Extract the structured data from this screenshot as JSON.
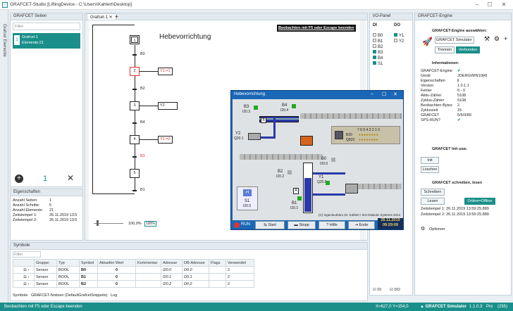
{
  "window": {
    "title": "GRAFCET-Studio [LiftingDevice - C:\\Users\\Kahlert\\Desktop]"
  },
  "side_strip": "Grafcet Elemente",
  "pages_panel": {
    "title": "GRAFCET Seiten",
    "filter": "Filter",
    "item_title": "Grafcet-1",
    "item_sub": "Elemente:21",
    "count": "1"
  },
  "properties": {
    "title": "Eigenschaften",
    "rows": [
      {
        "k": "Anzahl Seiten:",
        "v": "1"
      },
      {
        "k": "Anzahl Schritte:",
        "v": "5"
      },
      {
        "k": "Anzahl Elemente:",
        "v": "21"
      },
      {
        "k": "Zeitstempel 1:",
        "v": "26.11.2019 13:5"
      },
      {
        "k": "Zeitstempel 2:",
        "v": "26.11.2019 13:5"
      }
    ]
  },
  "editor": {
    "tab": "Grafcet-1",
    "heading": "Hebevorrichtung",
    "banner": "Beobachten mit F5 oder Escape beenden",
    "zoom": "100,0%",
    "zoom_btn": "100%",
    "steps": [
      "1",
      "2",
      "3",
      "4",
      "5"
    ],
    "actions": [
      "Y1:=1",
      "Y2",
      "Y1:=0"
    ],
    "transitions": [
      "B0",
      "B2",
      "B4",
      "B3",
      "B1"
    ]
  },
  "io": {
    "title": "I/O-Panel",
    "di": "DI",
    "do": "DO",
    "inputs": [
      "B0",
      "B1",
      "B2",
      "B3",
      "B4",
      "S1"
    ],
    "outputs": [
      "Y1",
      "Y2"
    ],
    "foot_di": "DI",
    "foot_do": "DO"
  },
  "engine": {
    "title": "GRAFCET-Engine",
    "select_h": "GRAFCET-Engine auswählen:",
    "select_val": "GRAFCET Simulator",
    "disconnect": "Trennen",
    "connected": "Verbunden",
    "info_h": "Informationen:",
    "info": [
      {
        "k": "GRAFCET-Engine",
        "v": "✔"
      },
      {
        "k": "Gerät",
        "v": "JOERGWIN10[4]"
      },
      {
        "k": "Eigenschaften",
        "v": "ℹ"
      },
      {
        "k": "Version",
        "v": "1.0.1.1"
      },
      {
        "k": "Fehler",
        "v": "0 - 0"
      },
      {
        "k": "Aktiv-Zähler",
        "v": "5108"
      },
      {
        "k": "Zyklus-Zähler",
        "v": "5108"
      },
      {
        "k": "Beobachten-Bytes",
        "v": "2"
      },
      {
        "k": "Zykluszeit",
        "v": "15"
      },
      {
        "k": "GRAFCET",
        "v": "5/5/3/80"
      },
      {
        "k": "SPS-RUN?",
        "v": "✔"
      }
    ],
    "init_h": "GRAFCET Init usw.",
    "init": "Init",
    "clear": "Löschen",
    "rw_h": "GRAFCET schreiben, lesen",
    "write": "Schreiben",
    "read": "Lesen",
    "online": "Online=Offline",
    "ts1_k": "Zeitstempel 1:",
    "ts1_v": "26.11.2019 13:59:25.889",
    "ts2_k": "Zeitstempel 2:",
    "ts2_v": "26.11.2019 13:59:25.889",
    "options": "Optionen"
  },
  "sim": {
    "title": "Hebevorrichtung",
    "labels": {
      "b3": "B3",
      "b3a": "I20.3",
      "b4": "B4",
      "b4a": "I20.4",
      "y2": "Y2",
      "y2a": "Q20.1",
      "b0": "B0",
      "b0a": "I20.0",
      "b2": "B2",
      "b2a": "I20.2",
      "y1": "Y1",
      "y1a": "Q20.0",
      "b1": "B1",
      "b1a": "I20.1",
      "s1": "S1",
      "s1a": "I20.5",
      "h": "H",
      "a": "A",
      "b": "B",
      "b20": "B20",
      "q820": "Q820",
      "bits": "7 6 5 4 3 2 1 0"
    },
    "copyright": "(C) Ingenieurbüro Dr. Kahlert / IKH Didactic Systems 2013",
    "run": "RUN",
    "start": "Start",
    "stop": "Stopp",
    "help": "Hilfe",
    "end": "Ende",
    "date": "26.11.2019",
    "time": "09:29:09"
  },
  "symbols": {
    "title": "Symbole",
    "filter": "Filter",
    "headers": [
      "Gruppe:",
      "Typ",
      "Symbol",
      "Aktueller Wert",
      "Kommentar",
      "Adresse",
      "DB-Adresse",
      "Flags",
      "Verwendet"
    ],
    "rows": [
      {
        "group": "Sensor",
        "type": "BOOL",
        "symbol": "B0",
        "value": "0",
        "addr": "I20.0",
        "db": "D0.0",
        "used": "2"
      },
      {
        "group": "Sensor",
        "type": "BOOL",
        "symbol": "B1",
        "value": "0",
        "addr": "I20.1",
        "db": "D0.1",
        "used": "2"
      },
      {
        "group": "Sensor",
        "type": "BOOL",
        "symbol": "B2",
        "value": "0",
        "addr": "I20.2",
        "db": "D0.2",
        "used": "2"
      }
    ],
    "tabs": [
      "Symbole",
      "GRAFCET-Notizen (DefaultGrafcetSnippets)",
      "Log"
    ]
  },
  "status": {
    "left": "Beobachten mit F5 oder Escape beenden",
    "coords": "X=627,0 Y=154,0",
    "brand": "GRAFCET Simulator",
    "version": "1.1.0.3",
    "edition": "Pro",
    "count": "(255)"
  },
  "colors": {
    "accent": "#1a8f8a",
    "sim_blue": "#1a67b7",
    "red": "#d33",
    "green": "#2a2"
  }
}
